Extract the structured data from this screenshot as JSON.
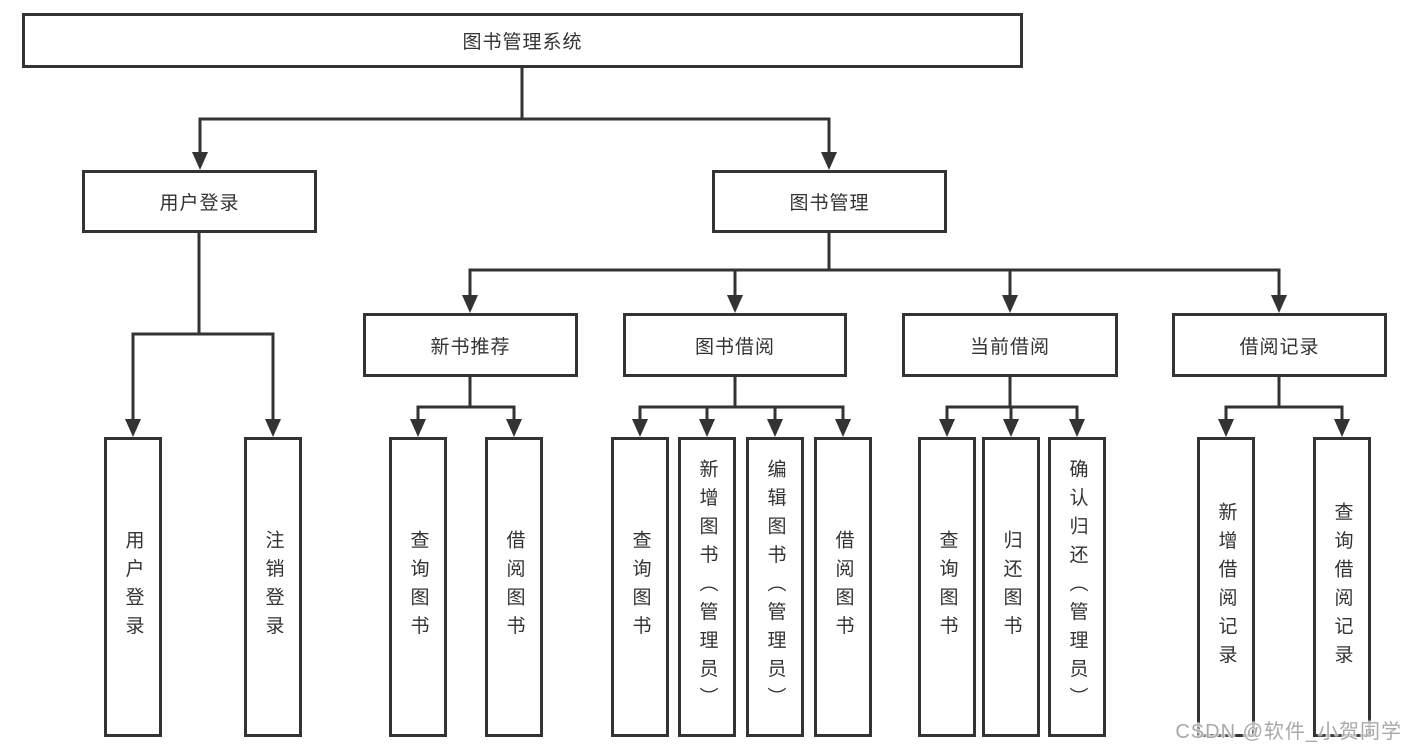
{
  "diagram": {
    "root": {
      "label": "图书管理系统"
    },
    "branches": [
      {
        "label": "用户登录",
        "children": [
          {
            "label": "用户登录"
          },
          {
            "label": "注销登录"
          }
        ]
      },
      {
        "label": "图书管理",
        "children": [
          {
            "label": "新书推荐",
            "children": [
              {
                "label": "查询图书"
              },
              {
                "label": "借阅图书"
              }
            ]
          },
          {
            "label": "图书借阅",
            "children": [
              {
                "label": "查询图书"
              },
              {
                "label": "新增图书（管理员）"
              },
              {
                "label": "编辑图书（管理员）"
              },
              {
                "label": "借阅图书"
              }
            ]
          },
          {
            "label": "当前借阅",
            "children": [
              {
                "label": "查询图书"
              },
              {
                "label": "归还图书"
              },
              {
                "label": "确认归还（管理员）"
              }
            ]
          },
          {
            "label": "借阅记录",
            "children": [
              {
                "label": "新增借阅记录"
              },
              {
                "label": "查询借阅记录"
              }
            ]
          }
        ]
      }
    ]
  },
  "watermark": {
    "text": "CSDN @软件_小贺同学"
  },
  "colors": {
    "line": "#333333",
    "text": "#333333",
    "background": "#ffffff",
    "watermark": "#a9a9a9"
  }
}
